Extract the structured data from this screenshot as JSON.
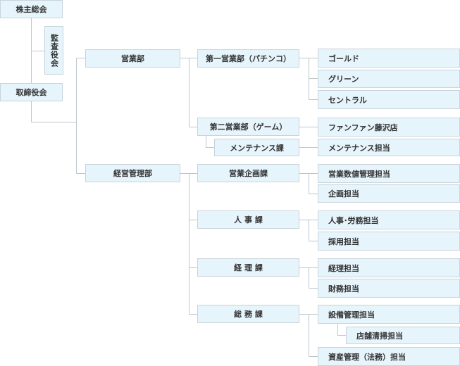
{
  "nodes": {
    "shareholders": "株主総会",
    "auditors": "監査役会",
    "board": "取締役会",
    "sales_div": "営業部",
    "mgmt_div": "経営管理部",
    "sales1": "第一営業部（パチンコ）",
    "sales2": "第二営業部（ゲーム）",
    "maintenance_sec": "メンテナンス課",
    "sales_planning": "営業企画課",
    "hr": "人 事 課",
    "accounting": "経 理 課",
    "general_affairs": "総 務 課",
    "gold": "ゴールド",
    "green": "グリーン",
    "central": "セントラル",
    "funfan": "ファンファン藤沢店",
    "maintenance_staff": "メンテナンス担当",
    "sales_numbers": "営業数値管理担当",
    "planning": "企画担当",
    "hr_labor": "人事･労務担当",
    "recruiting": "採用担当",
    "accounting_staff": "経理担当",
    "finance": "財務担当",
    "facilities": "設備管理担当",
    "cleaning": "店舗清掃担当",
    "assets": "資産管理（法務）担当"
  }
}
